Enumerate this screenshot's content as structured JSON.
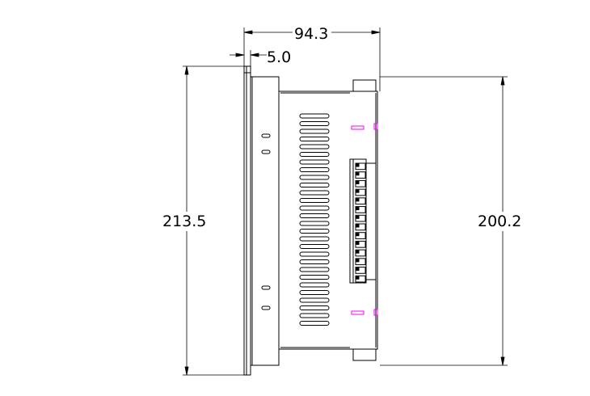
{
  "dimensions": {
    "depth": "94.3",
    "bezel": "5.0",
    "overall_height": "213.5",
    "body_height": "200.2"
  },
  "colors": {
    "line": "#000000",
    "highlight": "#ff00ff"
  },
  "vent_rows": 28,
  "terminal_count": 14
}
